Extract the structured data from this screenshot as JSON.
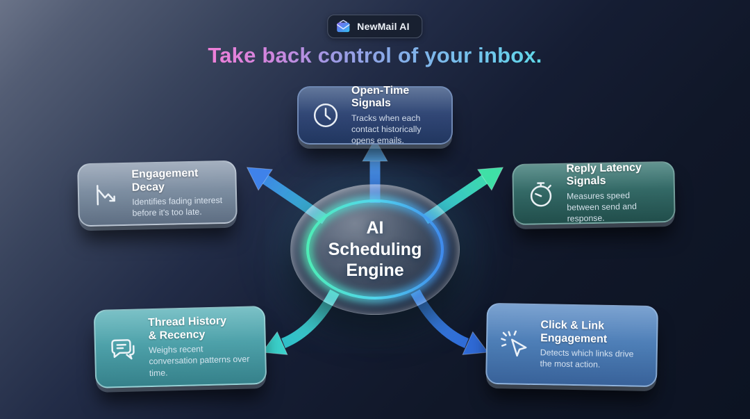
{
  "badge": {
    "label": "NewMail AI",
    "icon": "envelope-icon"
  },
  "heading": {
    "text": "Take back control of your inbox.",
    "gradient_colors": [
      "#f07fd8",
      "#9d9ae4",
      "#84aee8",
      "#5fd8e8"
    ]
  },
  "center": {
    "label": "AI\nScheduling\nEngine",
    "ring_colors": [
      "#4ef0b8",
      "#52d8f0",
      "#3f8cf0"
    ]
  },
  "cards": [
    {
      "id": "open-time-signals",
      "title": "Open-Time Signals",
      "description": "Tracks when each contact historically opens emails.",
      "icon": "clock-icon",
      "color": "#2d4472"
    },
    {
      "id": "engagement-decay",
      "title": "Engagement Decay",
      "description": "Identifies fading interest before it's too late.",
      "icon": "trend-down-icon",
      "color": "#75879b"
    },
    {
      "id": "reply-latency-signals",
      "title": "Reply Latency Signals",
      "description": "Measures speed between send and response.",
      "icon": "stopwatch-icon",
      "color": "#2a5f5c"
    },
    {
      "id": "thread-history-recency",
      "title": "Thread History\n& Recency",
      "description": "Weighs recent conversation patterns over time.",
      "icon": "chat-bubbles-icon",
      "color": "#459aa3"
    },
    {
      "id": "click-link-engagement",
      "title": "Click & Link\nEngagement",
      "description": "Detects which links drive the most action.",
      "icon": "cursor-click-icon",
      "color": "#4678b2"
    }
  ],
  "arrows": [
    {
      "direction": "up",
      "color": "#5fb0f5"
    },
    {
      "direction": "upper-left",
      "color": "#3f82ea"
    },
    {
      "direction": "upper-right",
      "color": "#3fe0a6"
    },
    {
      "direction": "lower-left",
      "color": "#3bd2cc"
    },
    {
      "direction": "lower-right",
      "color": "#2f6ad6"
    }
  ],
  "background": {
    "top_left": "#6a7388",
    "bottom_right": "#0c1322"
  }
}
